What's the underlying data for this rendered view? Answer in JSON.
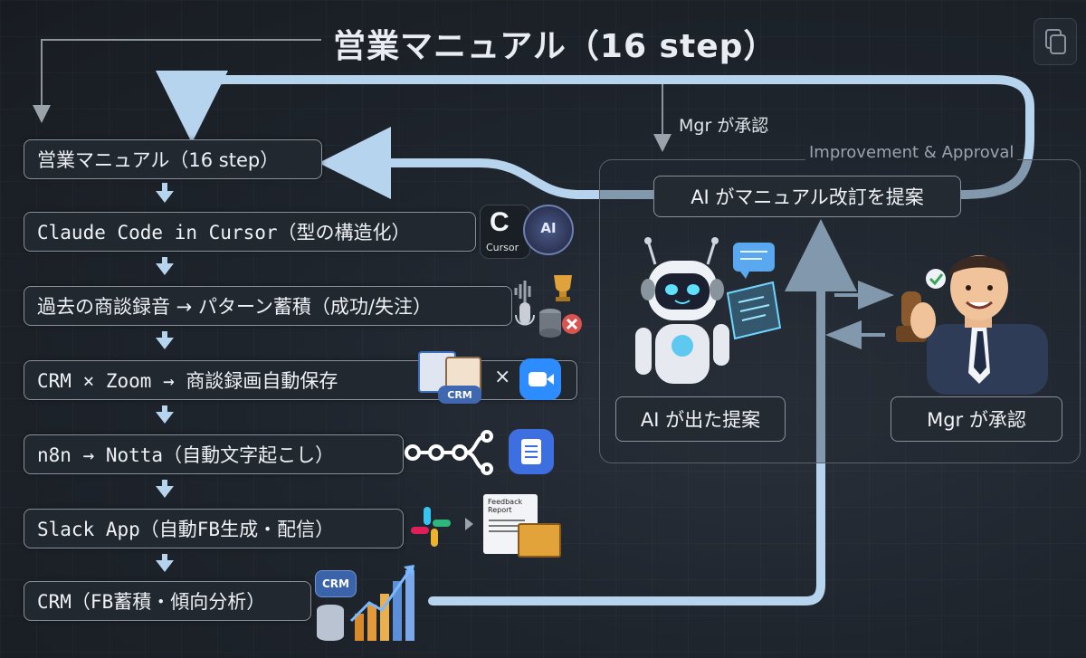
{
  "title": "営業マニュアル（16 step）",
  "steps": [
    {
      "label": "営業マニュアル（16 step）"
    },
    {
      "label": "Claude Code in Cursor（型の構造化）"
    },
    {
      "label": "過去の商談録音 → パターン蓄積（成功/失注）"
    },
    {
      "label": "CRM × Zoom → 商談録画自動保存"
    },
    {
      "label": "n8n → Notta（自動文字起こし）"
    },
    {
      "label": "Slack App（自動FB生成・配信）"
    },
    {
      "label": "CRM（FB蓄積・傾向分析）"
    }
  ],
  "loop": {
    "approval_note": "Mgr が承認",
    "proposal_box": "AI がマニュアル改訂を提案"
  },
  "panel": {
    "label": "Improvement & Approval",
    "ai_box": "AI が出た提案",
    "mgr_box": "Mgr が承認"
  },
  "icon_text": {
    "cursor_label": "Cursor",
    "ai_chip": "AI",
    "crm_card": "CRM",
    "crm_db": "CRM",
    "times": "×",
    "feedback_report": "Feedback Report"
  },
  "colors": {
    "flow_arrow": "#b6d4ee",
    "box_border": "#8a9099",
    "background": "#1f252d"
  }
}
